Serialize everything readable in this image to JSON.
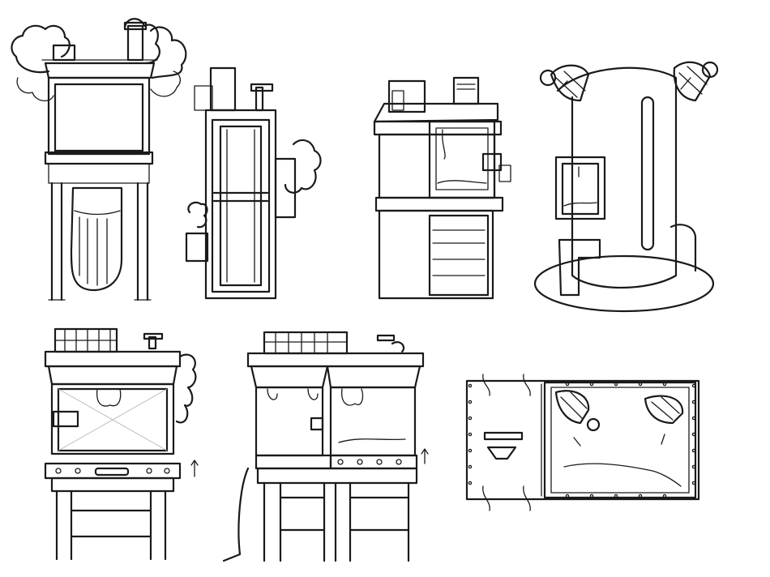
{
  "sheet": {
    "background_color": "#ffffff",
    "ink_color": "#1a1a1a",
    "guide_color": "#b9b9b9",
    "sketches": [
      {
        "id": "machine-tall-cabinet-with-pipes",
        "icon": "cabinet-sketch-icon"
      },
      {
        "id": "machine-narrow-tower",
        "icon": "tower-sketch-icon"
      },
      {
        "id": "machine-booth-with-window",
        "icon": "booth-sketch-icon"
      },
      {
        "id": "machine-cylinder-with-claws",
        "icon": "cylinder-sketch-icon"
      },
      {
        "id": "machine-claw-cabinet-on-stand",
        "icon": "claw-cabinet-sketch-icon"
      },
      {
        "id": "machine-double-claw-cabinet",
        "icon": "double-cabinet-sketch-icon"
      },
      {
        "id": "machine-panel-detail",
        "icon": "panel-detail-sketch-icon"
      }
    ]
  }
}
